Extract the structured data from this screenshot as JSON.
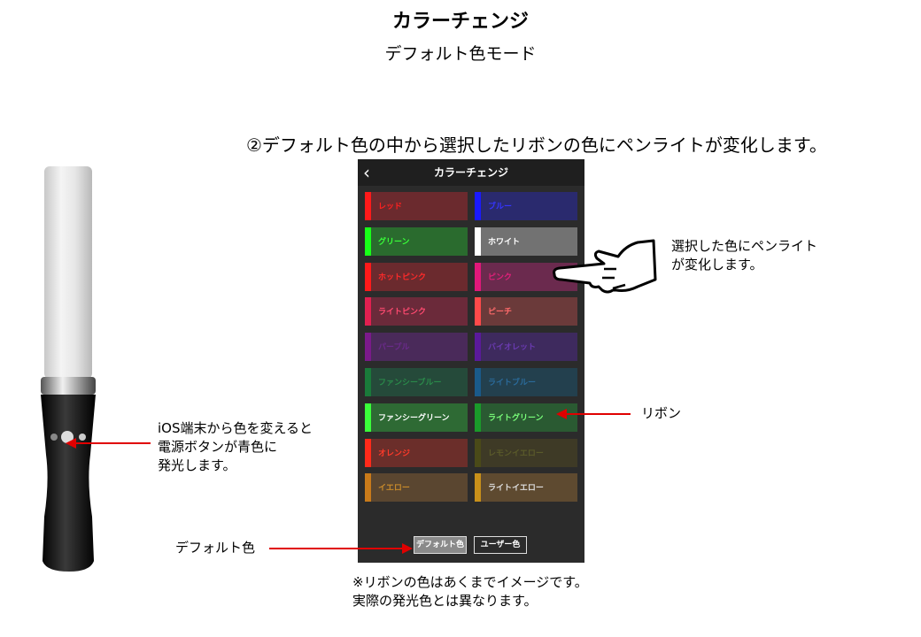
{
  "title": "カラーチェンジ",
  "subtitle": "デフォルト色モード",
  "instruction": "②デフォルト色の中から選択したリボンの色にペンライトが変化します。",
  "callouts": {
    "select_line1": "選択した色にペンライト",
    "select_line2": "が変化します。",
    "ios_line1": "iOS端末から色を変えると",
    "ios_line2": "電源ボタンが青色に",
    "ios_line3": "発光します。",
    "ribbon": "リボン",
    "default": "デフォルト色"
  },
  "note": {
    "line1": "※リボンの色はあくまでイメージです。",
    "line2": "実際の発光色とは異なります。"
  },
  "phone": {
    "back_icon": "chevron-left-icon",
    "header_title": "カラーチェンジ",
    "ribbons": [
      {
        "label": "レッド",
        "bar": "#ff1a1a",
        "bg": "#6b2a2e",
        "text": "#ff2020"
      },
      {
        "label": "ブルー",
        "bar": "#1a1aff",
        "bg": "#2a2a6e",
        "text": "#3535ff"
      },
      {
        "label": "グリーン",
        "bar": "#18ff18",
        "bg": "#2a6b2e",
        "text": "#39ff39"
      },
      {
        "label": "ホワイト",
        "bar": "#ffffff",
        "bg": "#727272",
        "text": "#ffffff"
      },
      {
        "label": "ホットピンク",
        "bar": "#ff1a1a",
        "bg": "#6b2a2e",
        "text": "#ff2a2a"
      },
      {
        "label": "ピンク",
        "bar": "#e0187a",
        "bg": "#6b2a4e",
        "text": "#e0207a"
      },
      {
        "label": "ライトピンク",
        "bar": "#e02050",
        "bg": "#6b2a3a",
        "text": "#ff4a70"
      },
      {
        "label": "ピーチ",
        "bar": "#ff4a4a",
        "bg": "#6b3a3a",
        "text": "#ff6a6a"
      },
      {
        "label": "パープル",
        "bar": "#7a1a8a",
        "bg": "#4a2a5a",
        "text": "#6a2a8a"
      },
      {
        "label": "バイオレット",
        "bar": "#5a1a9a",
        "bg": "#3e2a5e",
        "text": "#6a3ab0"
      },
      {
        "label": "ファンシーブルー",
        "bar": "#1a7a3a",
        "bg": "#254a3a",
        "text": "#2a8a4a"
      },
      {
        "label": "ライトブルー",
        "bar": "#1a5a8a",
        "bg": "#23404e",
        "text": "#2a6a9a"
      },
      {
        "label": "ファンシーグリーン",
        "bar": "#3aff3a",
        "bg": "#2e6a34",
        "text": "#ffffff"
      },
      {
        "label": "ライトグリーン",
        "bar": "#1a9a2a",
        "bg": "#2a5a32",
        "text": "#7aff7a"
      },
      {
        "label": "オレンジ",
        "bar": "#ff2a1a",
        "bg": "#6b2e2a",
        "text": "#ff3a2a"
      },
      {
        "label": "レモンイエロー",
        "bar": "#4a4a18",
        "bg": "#3e3a26",
        "text": "#5a5a2a"
      },
      {
        "label": "イエロー",
        "bar": "#c87a1a",
        "bg": "#5a4630",
        "text": "#c88a2a"
      },
      {
        "label": "ライトイエロー",
        "bar": "#c8901a",
        "bg": "#5e4a30",
        "text": "#dedede"
      }
    ],
    "btn_default": "デフォルト色",
    "btn_user": "ユーザー色"
  },
  "icons": {
    "pointer": "pointing-hand-icon",
    "penlight": "penlight-icon"
  },
  "colors": {
    "accent_red": "#e00000",
    "phone_bg": "#2b2b2b"
  }
}
